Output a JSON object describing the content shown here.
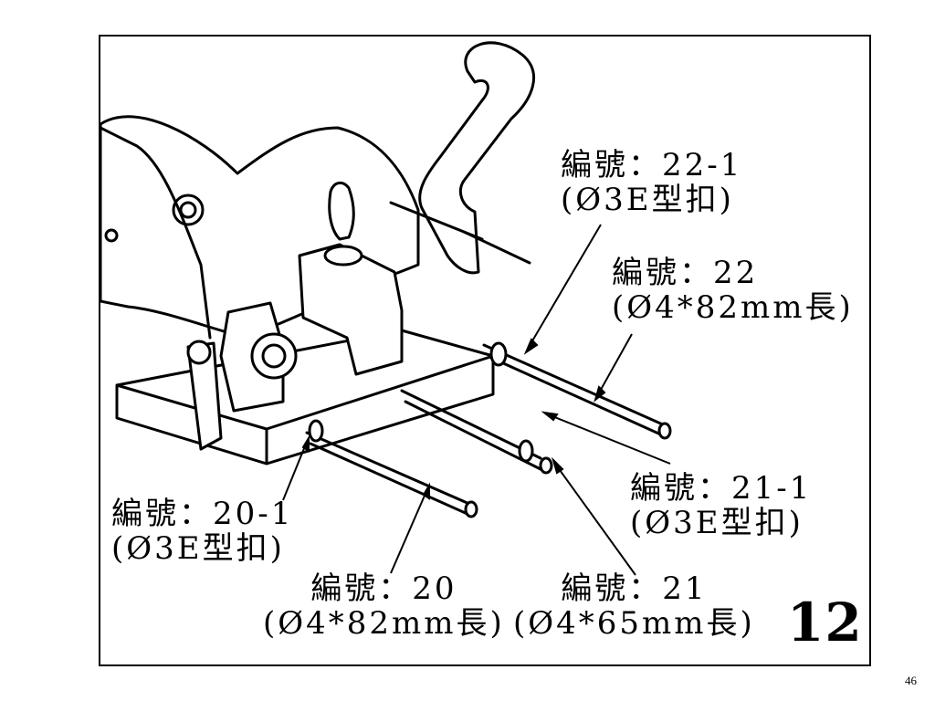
{
  "labels": [
    {
      "id": "22-1",
      "name": "編號：22-1",
      "spec": "(Ø3E型扣)"
    },
    {
      "id": "22",
      "name": "編號：22",
      "spec": "(Ø4*82mm長)"
    },
    {
      "id": "21-1",
      "name": "編號：21-1",
      "spec": "(Ø3E型扣)"
    },
    {
      "id": "20-1",
      "name": "編號：20-1",
      "spec": "(Ø3E型扣)"
    },
    {
      "id": "20",
      "name": "編號：20",
      "spec": "(Ø4*82mm長)"
    },
    {
      "id": "21",
      "name": "編號：21",
      "spec": "(Ø4*65mm長)"
    }
  ],
  "step_number": "12",
  "page_number": "46"
}
